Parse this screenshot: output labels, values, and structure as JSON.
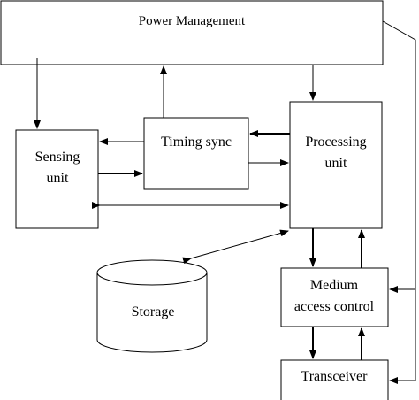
{
  "blocks": {
    "power": "Power Management",
    "timing": "Timing sync",
    "sensing_line1": "Sensing",
    "sensing_line2": "unit",
    "processing_line1": "Processing",
    "processing_line2": "unit",
    "storage": "Storage",
    "mac_line1": "Medium",
    "mac_line2": "access control",
    "transceiver": "Transceiver"
  }
}
